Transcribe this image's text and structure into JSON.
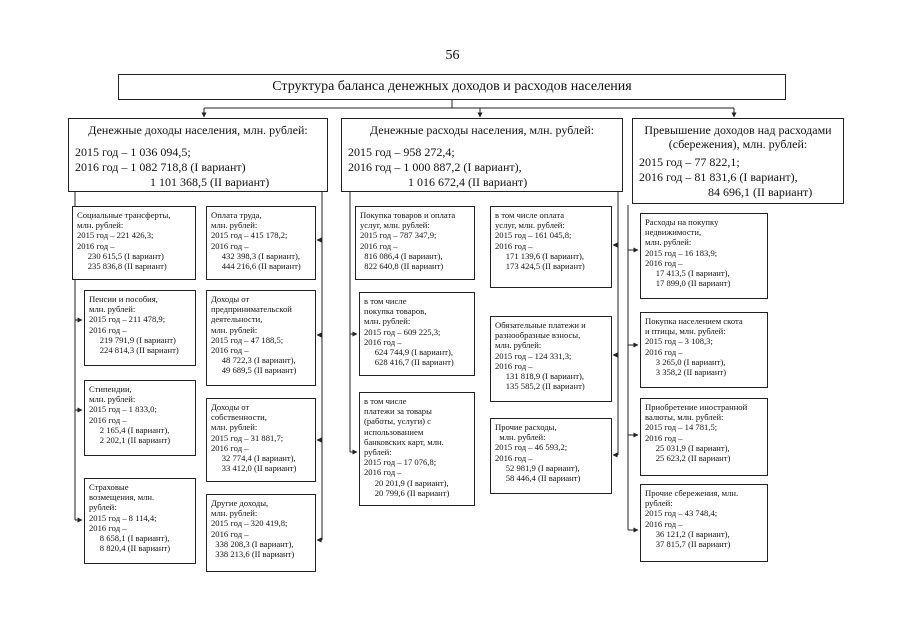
{
  "page_number": "56",
  "title": "Структура баланса денежных доходов и расходов населения",
  "income": {
    "header": "Денежные доходы населения, млн. рублей:",
    "lines": [
      "2015 год – 1 036 094,5;",
      "2016 год – 1 082 718,8 (I вариант)",
      "                         1 101 368,5 (II вариант)"
    ],
    "boxes": [
      {
        "lines": [
          "Социальные трансферты,",
          "млн. рублей:",
          "2015 год – 221 426,3;",
          "2016 год –",
          "     230 615,5 (I вариант)",
          "     235 836,8 (II вариант)"
        ]
      },
      {
        "lines": [
          "Пенсии и пособия,",
          "млн. рублей:",
          "2015 год – 211 478,9;",
          "2016 год –",
          "     219 791,9 (I вариант)",
          "     224 814,3 (II вариант)"
        ]
      },
      {
        "lines": [
          "Стипендии,",
          "млн. рублей:",
          "2015 год – 1 833,0;",
          "2016 год –",
          "     2 165,4 (I вариант),",
          "     2 202,1 (II вариант)"
        ]
      },
      {
        "lines": [
          "Страховые",
          "возмещения, млн.",
          "рублей:",
          "2015 год – 8 114,4;",
          "2016 год –",
          "     8 658,1 (I вариант),",
          "     8 820,4 (II вариант)"
        ]
      },
      {
        "lines": [
          "Оплата труда,",
          "млн. рублей:",
          "2015 год – 415 178,2;",
          "2016 год –",
          "     432 398,3 (I вариант),",
          "     444 216,6 (II вариант)"
        ]
      },
      {
        "lines": [
          "Доходы от",
          "предпринимательской",
          "деятельности,",
          "млн. рублей:",
          "2015 год – 47 188,5;",
          "2016 год –",
          "     48 722,3 (I вариант),",
          "     49 689,5 (II вариант)"
        ]
      },
      {
        "lines": [
          "Доходы от",
          "собственности,",
          "млн. рублей:",
          "2015 год – 31 881,7;",
          "2016 год –",
          "     32 774,4 (I вариант),",
          "     33 412,0 (II вариант)"
        ]
      },
      {
        "lines": [
          "Другие доходы,",
          "млн. рублей:",
          "2015 год – 320 419,8;",
          "2016 год –",
          "  338 208,3 (I вариант),",
          "  338 213,6 (II вариант)"
        ]
      }
    ]
  },
  "expenses": {
    "header": "Денежные расходы населения, млн. рублей:",
    "lines": [
      "2015 год – 958 272,4;",
      "2016 год – 1 000 887,2 (I вариант),",
      "                    1 016 672,4 (II вариант)"
    ],
    "boxes": [
      {
        "lines": [
          "Покупка товаров и оплата",
          "услуг, млн. рублей:",
          "2015 год – 787 347,9;",
          "2016 год –",
          "  816 086,4 (I вариант),",
          "  822 640,8 (II вариант)"
        ]
      },
      {
        "lines": [
          "в том числе",
          "покупка товаров,",
          "млн. рублей:",
          "2015 год – 609 225,3;",
          "2016 год –",
          "     624 744,9 (I вариант),",
          "     628 416,7 (II вариант)"
        ]
      },
      {
        "lines": [
          "в том числе",
          "платежи за товары",
          "(работы, услуги) с",
          "использованием",
          "банковских карт, млн.",
          "рублей:",
          "2015 год – 17 076,8;",
          "2016 год –",
          "     20 201,9 (I вариант),",
          "     20 799,6 (II вариант)"
        ]
      },
      {
        "lines": [
          "в том числе оплата",
          "услуг, млн. рублей:",
          "2015 год – 161 045,8;",
          "2016 год –",
          "     171 139,6 (I вариант),",
          "     173 424,5 (II вариант)"
        ]
      },
      {
        "lines": [
          "Обязательные платежи и",
          "разнообразные взносы,",
          "млн. рублей:",
          "2015 год – 124 331,3;",
          "2016 год –",
          "     131 818,9 (I вариант),",
          "     135 585,2 (II вариант)"
        ]
      },
      {
        "lines": [
          "Прочие расходы,",
          "  млн. рублей:",
          "2015 год – 46 593,2;",
          "2016 год –",
          "     52 981,9 (I вариант),",
          "     58 446,4 (II вариант)"
        ]
      }
    ]
  },
  "savings": {
    "header": "Превышение доходов над расходами (сбережения), млн. рублей:",
    "lines": [
      "2015 год – 77 822,1;",
      "2016 год – 81 831,6 (I вариант),",
      "                       84 696,1 (II вариант)"
    ],
    "boxes": [
      {
        "lines": [
          "Расходы на покупку",
          "недвижимости,",
          "млн. рублей:",
          "2015 год – 16 183,9;",
          "2016 год –",
          "     17 413,5 (I вариант),",
          "     17 899,0 (II вариант)"
        ]
      },
      {
        "lines": [
          "Покупка населением скота",
          "и птицы, млн. рублей:",
          "2015 год – 3 108,3;",
          "2016 год –",
          "     3 265,0 (I вариант),",
          "     3 358,2 (II вариант)"
        ]
      },
      {
        "lines": [
          "Приобретение иностранной",
          "валюты, млн. рублей:",
          "2015 год – 14 781,5;",
          "2016 год –",
          "     25 031,9 (I вариант),",
          "     25 623,2 (II вариант)"
        ]
      },
      {
        "lines": [
          "Прочие сбережения, млн.",
          "рублей:",
          "2015 год – 43 748,4;",
          "2016 год –",
          "     36 121,2 (I вариант),",
          "     37 815,7 (II вариант)"
        ]
      }
    ]
  }
}
